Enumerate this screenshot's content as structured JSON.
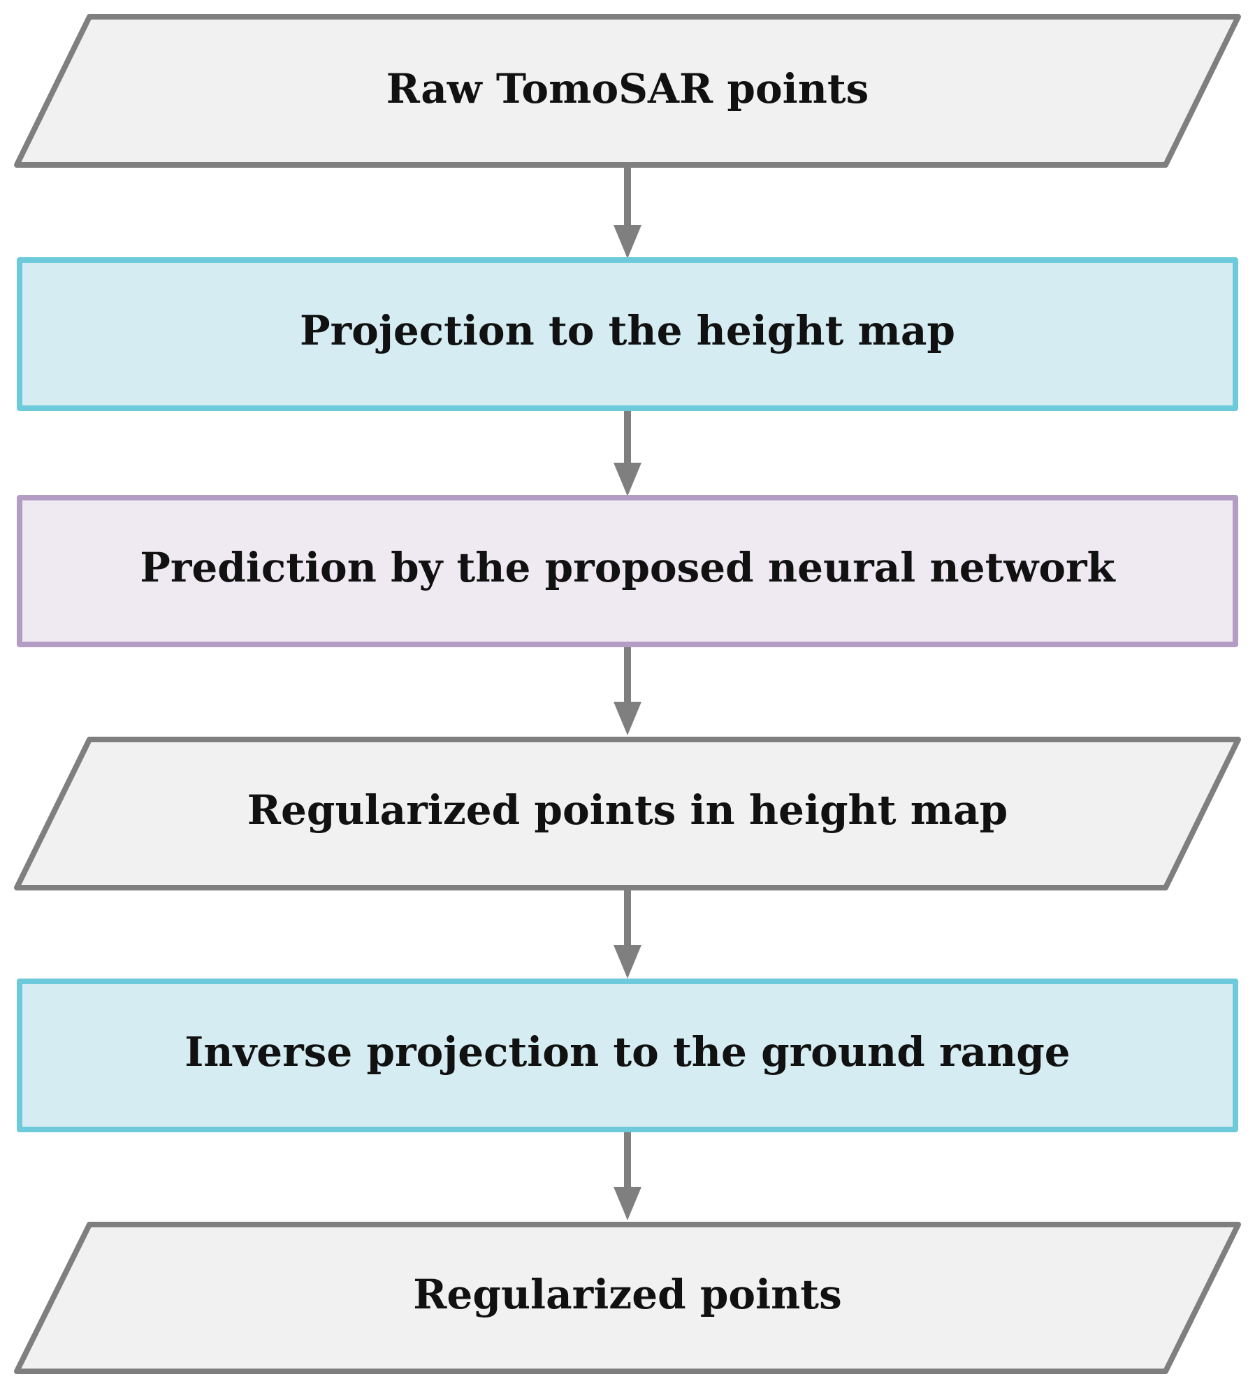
{
  "diagram": {
    "colors": {
      "io_fill": "#f1f1f1",
      "io_stroke": "#7f7f7f",
      "projection_fill": "#d5edf2",
      "projection_stroke": "#6dcadb",
      "network_fill": "#efe9f1",
      "network_stroke": "#b49dc5",
      "arrow": "#7f7f7f",
      "text": "#111111"
    },
    "nodes": [
      {
        "id": "raw-points",
        "shape": "parallelogram",
        "style": "io",
        "label": "Raw TomoSAR points"
      },
      {
        "id": "projection-height-map",
        "shape": "rectangle",
        "style": "projection",
        "label": "Projection to the height map"
      },
      {
        "id": "prediction-network",
        "shape": "rectangle",
        "style": "network",
        "label": "Prediction by the proposed neural network"
      },
      {
        "id": "regularized-height-map",
        "shape": "parallelogram",
        "style": "io",
        "label": "Regularized points in height map"
      },
      {
        "id": "inverse-projection",
        "shape": "rectangle",
        "style": "projection",
        "label": "Inverse projection to the ground range"
      },
      {
        "id": "regularized-points",
        "shape": "parallelogram",
        "style": "io",
        "label": "Regularized points"
      }
    ],
    "edges": [
      {
        "from": "raw-points",
        "to": "projection-height-map"
      },
      {
        "from": "projection-height-map",
        "to": "prediction-network"
      },
      {
        "from": "prediction-network",
        "to": "regularized-height-map"
      },
      {
        "from": "regularized-height-map",
        "to": "inverse-projection"
      },
      {
        "from": "inverse-projection",
        "to": "regularized-points"
      }
    ]
  }
}
